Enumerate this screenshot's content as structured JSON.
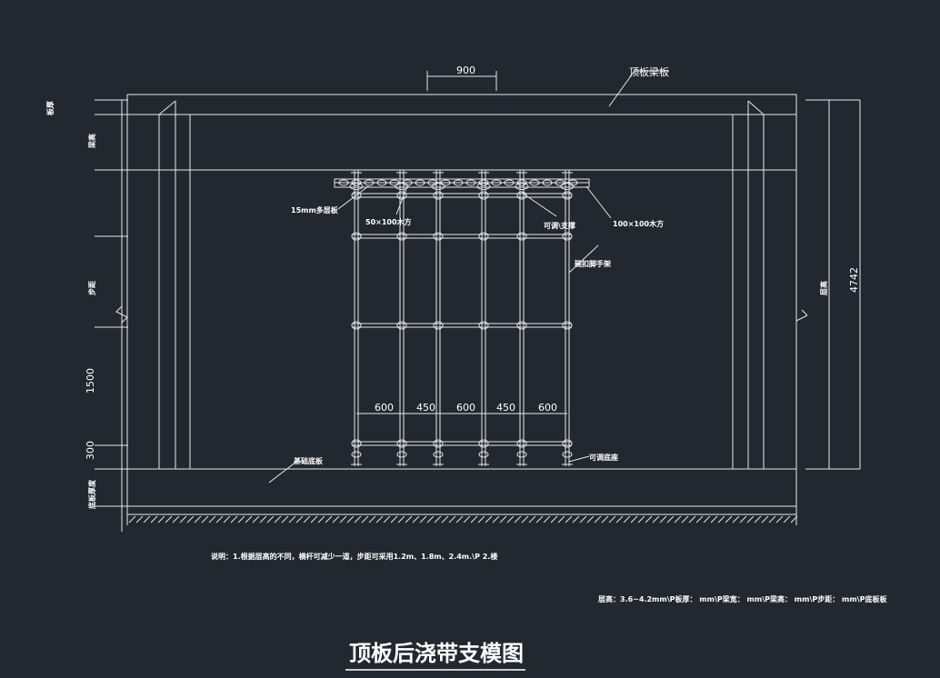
{
  "dimensions": {
    "top_span": "900",
    "total_height": "4742",
    "first_step": "1500",
    "bottom_step": "300",
    "spacings": [
      "600",
      "450",
      "600",
      "450",
      "600"
    ]
  },
  "labels": {
    "top_beam_slab": "顶板梁板",
    "plywood": "15mm多层板",
    "timber_small": "50×100木方",
    "adjustable_support": "可调\\支撑",
    "timber_large": "100×100木方",
    "scaffold": "碗扣脚手架",
    "foundation_slab": "基础底板",
    "adjustable_base": "可调底座"
  },
  "side_labels": {
    "slab_thickness": "板厚",
    "beam_height": "梁高",
    "step_distance": "步距",
    "floor_height": "层高",
    "base_slab_thickness": "底板厚度"
  },
  "note": "说明：1.根据层高的不同，横杆可减少一道，步距可采用1.2m、1.8m、2.4m.\\P      2.楼",
  "params": "层高：3.6~4.2mm\\P板厚：      mm\\P梁宽：      mm\\P梁高：      mm\\P步距：      mm\\P底板板",
  "title": "顶板后浇带支模图"
}
